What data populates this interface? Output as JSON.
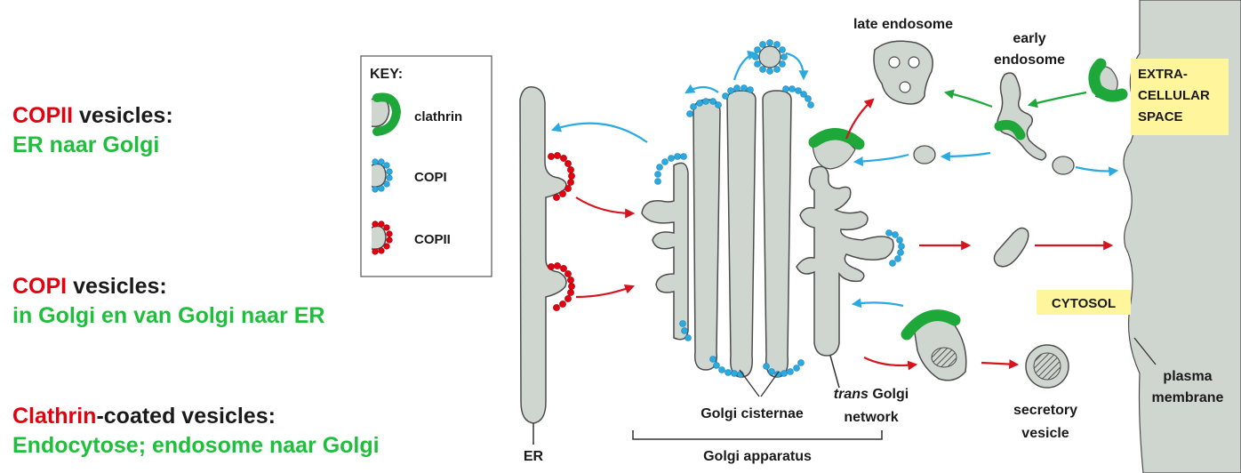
{
  "sections": [
    {
      "highlight": "COPII",
      "rest": " vesicles:",
      "desc": "ER naar Golgi"
    },
    {
      "highlight": "COPI",
      "rest": " vesicles:",
      "desc": "in Golgi en van Golgi naar ER"
    },
    {
      "highlight": "Clathrin",
      "rest": "-coated vesicles:",
      "desc": "Endocytose; endosome naar Golgi"
    }
  ],
  "key": {
    "title": "KEY:",
    "items": [
      {
        "label": "clathrin",
        "color": "#1fa83a"
      },
      {
        "label": "COPI",
        "color": "#29abe2"
      },
      {
        "label": "COPII",
        "color": "#e3000f"
      }
    ]
  },
  "labels": {
    "late_endosome": "late endosome",
    "early_endosome_1": "early",
    "early_endosome_2": "endosome",
    "extracellular_1": "EXTRA-",
    "extracellular_2": "CELLULAR",
    "extracellular_3": "SPACE",
    "cytosol": "CYTOSOL",
    "plasma_membrane_1": "plasma",
    "plasma_membrane_2": "membrane",
    "secretory_1": "secretory",
    "secretory_2": "vesicle",
    "trans_golgi_italic": "trans",
    "trans_golgi_rest": " Golgi",
    "trans_golgi_2": "network",
    "golgi_cisternae": "Golgi cisternae",
    "golgi_apparatus": "Golgi apparatus",
    "er": "ER"
  },
  "colors": {
    "membrane_fill": "#cfd6d0",
    "membrane_stroke": "#4d4d4d",
    "arrow_red": "#d7141e",
    "arrow_blue": "#29abe2",
    "arrow_green": "#1fa83a",
    "highlight_box": "#fff59d"
  }
}
